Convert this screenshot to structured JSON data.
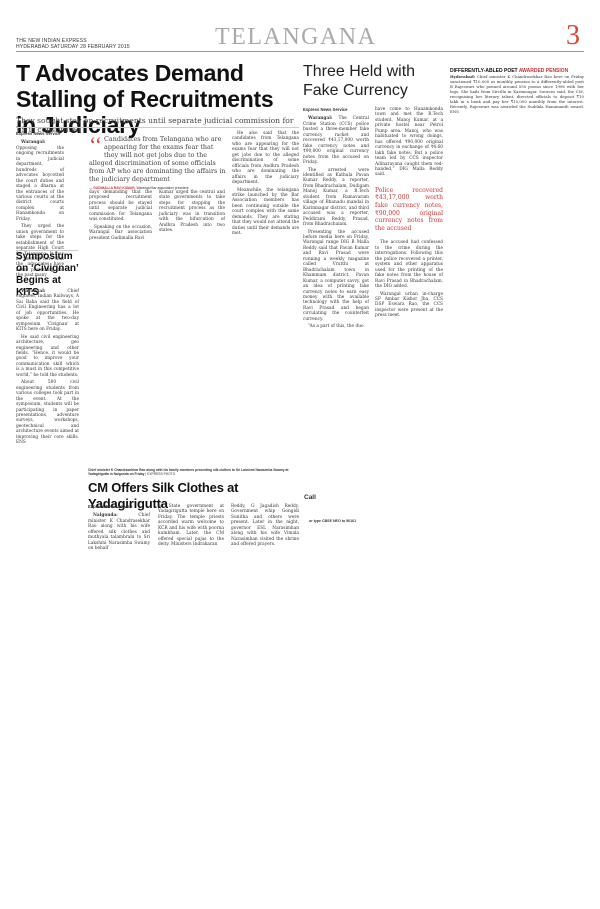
{
  "masthead": {
    "paper": "THE NEW INDIAN EXPRESS",
    "dateline": "HYDERABAD SATURDAY 28 FEBRUARY 2015",
    "section": "TELANGANA",
    "page": "3"
  },
  "lead": {
    "headline": "T Advocates Demand Stalling of Recruitments in Judiciary",
    "deck": "They sought stay on recruitments until separate judicial commission for TS is constituted",
    "byline": "Express News Service",
    "col1": [
      {
        "lead": "Warangal:",
        "text": " Opposing the ongoing recruitments in judicial department, hundreds of advocates boycotted the court duties and staged a dharna at the entrances of the various courts at the district courts complex at Hanamkonda on Friday."
      },
      {
        "lead": "",
        "text": "They urged the union government to take steps for the establishment of the separate High Court for Telangana. It may be recalled here that the advocates have been protesting for the past many"
      }
    ],
    "quote": "Candidates from Telangana who are appearing for the exams fear that they will not get jobs due to the alleged discrimination of some officials from AP who are dominating the affairs in the judiciary department",
    "quote_attr_name": "GUDIMALLA RAVI KUMAR,",
    "quote_attr_role": "Warangal Bar association president",
    "col2": [
      {
        "lead": "",
        "text": "days demanding that the proposed recruitment process should be stayed until separate judicial commission for Telangana was constituted."
      },
      {
        "lead": "",
        "text": "Speaking on the occasion, Warangal Bar association president Gudimalla Ravi"
      }
    ],
    "col3": [
      {
        "lead": "",
        "text": "Kumar urged the central and state governments to take steps for stopping the recruitment process as the judiciary was in transition with the bifurcation of Andhra Pradesh into two states."
      }
    ],
    "col4": [
      {
        "lead": "",
        "text": "He also said that the candidates from Telangana who are appearing for the exams fear that they will not get jobs due to the alleged discrimination of some officials from Andhra Pradesh who are dominating the affairs in the judiciary department."
      },
      {
        "lead": "",
        "text": "Meanwhile, the telangana strike launched by the Bar Association members has been continuing outside the court complex with the same demands. They are stating that they would not attend the duties until their demands are met."
      }
    ]
  },
  "symposium": {
    "headline": "Symposium on ‘Civignan’ Begins at KITS",
    "paragraphs": [
      {
        "lead": "Warangal:",
        "text": " Chief engineer, Indian Railways, A Sai Baba said the field of Civil Engineering has a lot of job opportunities. He spoke at the two-day symposium ‘Civignan’ at KITS here on Friday."
      },
      {
        "lead": "",
        "text": "He said civil engineering architecture, geo engineering and other fields. “Hence, it would be good to improve your communication skill which is a must in this competitive world,” he told the students."
      },
      {
        "lead": "",
        "text": "About 500 civil engineering students from various colleges took part in the event. At the symposium, students will be participating in paper presentations, adventure surveys, workshops, geotechnical and architecture events aimed at improving their core skills. ENS"
      }
    ]
  },
  "fake_currency": {
    "headline": "Three Held with Fake Currency",
    "byline": "Express News Service",
    "col1": [
      {
        "lead": "Warangal:",
        "text": " The Central Crime Station (CCS) police busted a three-member fake currency racket and recovered ₹43,17,000 worth fake currency notes and ₹90,000 original currency notes from the accused on Friday."
      },
      {
        "lead": "",
        "text": "The arrested were identified as Kathula Pavan Kumar Reddy, a reporter, from Bhadrachalam, Dudigam Manoj Kumar, a B.Tech student from Ramavaram village of Bhanadu mandal in Karimnagar district, and third accused was a reporter, Peddirami Reddy, Prasad, from Bhadrachalam."
      },
      {
        "lead": "",
        "text": "Presenting the accused before media here on Friday, Warangal range DIG B Malla Reddy said that Pavan Kumar and Ravi Prasad were running a weekly magazine called Vrutthi at Bhadrachalam town in Khammam district. Pavan Kumar, a computer savvy, got an idea of printing fake currency notes to earn easy money with the available technology with the help of Ravi Prasad and began circulating the counterfeit currency."
      },
      {
        "lead": "",
        "text": "“As a part of this, the duo"
      }
    ],
    "col2": [
      {
        "lead": "",
        "text": "have come to Hanamkonda town and met the B.Tech student, Manoj Kumar, at a private hostel near Petrol Pump area. Manoj, who was habituated to wrong doings, has offered ₹90,000 original currency in exchange of ₹4.60 lakh fake notes. But a police team led by CCS inspector Adinarayana caught them red-handed,” DIG Malla Reddy said."
      }
    ],
    "pullquote": "Police recovered ₹43,17,000 worth fake currency notes, ₹90,000 original currency notes from the accused",
    "col2b": [
      {
        "lead": "",
        "text": "The accused had confessed to the crime during the interrogations. Following this the police recovered a printer, system and other apparatus used for the printing of the fake notes from the house of Ravi Prasad in Bhadrachalam, the DIG added."
      },
      {
        "lead": "",
        "text": "Warangal urban in-charge SP Ambar Kishor Jha, CCS DSP Eswara Rao, the CCS inspector were present at the press meet."
      }
    ]
  },
  "brief": {
    "headline_part1": "DIFFERENTLY-ABLED POET",
    "headline_part2": "AWARDED PENSION",
    "lead": "Hyderabad:",
    "text": " Chief minister K Chandrasekhar Rao here on Friday sanctioned ₹10,000 as monthly pension to a differently-abled poet B Rajeswari who penned around 550 poems since 1996 with her legs. She hails from Sircilla in Karimnagar. Sources said, the CM, recognising her literary talent, directed officials to deposit ₹10 lakh in a bank and pay her ₹10,000 monthly from the interest. Recently, Rajeswari was awarded the Suddala Hanumanth award. ENS"
  },
  "cm_story": {
    "caption_main": "Chief minister K Chandrasekhar Rao along with his family members presenting silk clothes to Sri Lakshmi Narasimha Swamy at Yadagirigutta in Nalgonda on Friday",
    "caption_credit": "| EXPRESS PHOTO",
    "headline": "CM Offers Silk Clothes at Yadagirigutta",
    "byline": "Express News Service",
    "col1": [
      {
        "lead": "Nalgonda:",
        "text": " Chief minister K Chandrasekhar Rao along with his wife offered silk clothes and muthyala talambralu to Sri Lakshmi Narasimha Swamy on behalf"
      }
    ],
    "col2": [
      {
        "lead": "",
        "text": "of State government at Yadagirigutta temple here on Friday. The temple priests accorded warm welcome to KCR and his wife with poorna kumbham. Later, the CM offered special pujas to the deity. Ministers Indrakaran"
      }
    ],
    "col3": [
      {
        "lead": "",
        "text": "Reddy, G Jagadish Reddy, Government whip Gongidi Sunitha and others were present. Later in the night, governor ESL Narasimhan along with his wife Vimala Narasimhan visited the shrine and offered prayers."
      }
    ]
  },
  "snippet": {
    "word": "Call",
    "text": "or type CBSE NEO to 56161"
  }
}
